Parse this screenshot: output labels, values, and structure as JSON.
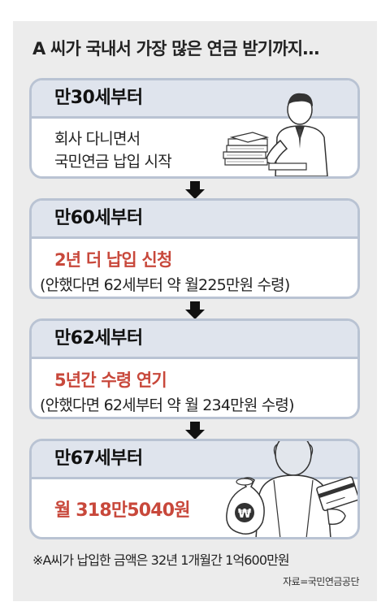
{
  "title": "A 씨가 국내서 가장 많은 연금 받기까지…",
  "steps": [
    {
      "heading": "만30세부터",
      "lines": [
        "회사 다니면서",
        "국민연금 납입 시작"
      ],
      "illustration": "office-worker-with-documents"
    },
    {
      "heading": "만60세부터",
      "highlight": "2년 더 납입 신청",
      "note": "(안했다면 62세부터 약 월225만원 수령)"
    },
    {
      "heading": "만62세부터",
      "highlight": "5년간 수령 연기",
      "note": "(안했다면 62세부터 약 월 234만원 수령)"
    },
    {
      "heading": "만67세부터",
      "highlight": "월 318만5040원",
      "illustration": "elderly-man-with-money-bag-and-card",
      "bag_symbol": "₩"
    }
  ],
  "footnote": "※A씨가 납입한 금액은 32년 1개월간 1억600만원",
  "source": "자료=국민연금공단",
  "colors": {
    "background_panel": "#ececec",
    "card_border": "#b9c3d3",
    "card_header": "#dfe4ed",
    "highlight": "#c8483b",
    "arrow": "#111111"
  },
  "icons": [
    "down-arrow-icon",
    "down-arrow-icon",
    "down-arrow-icon"
  ]
}
